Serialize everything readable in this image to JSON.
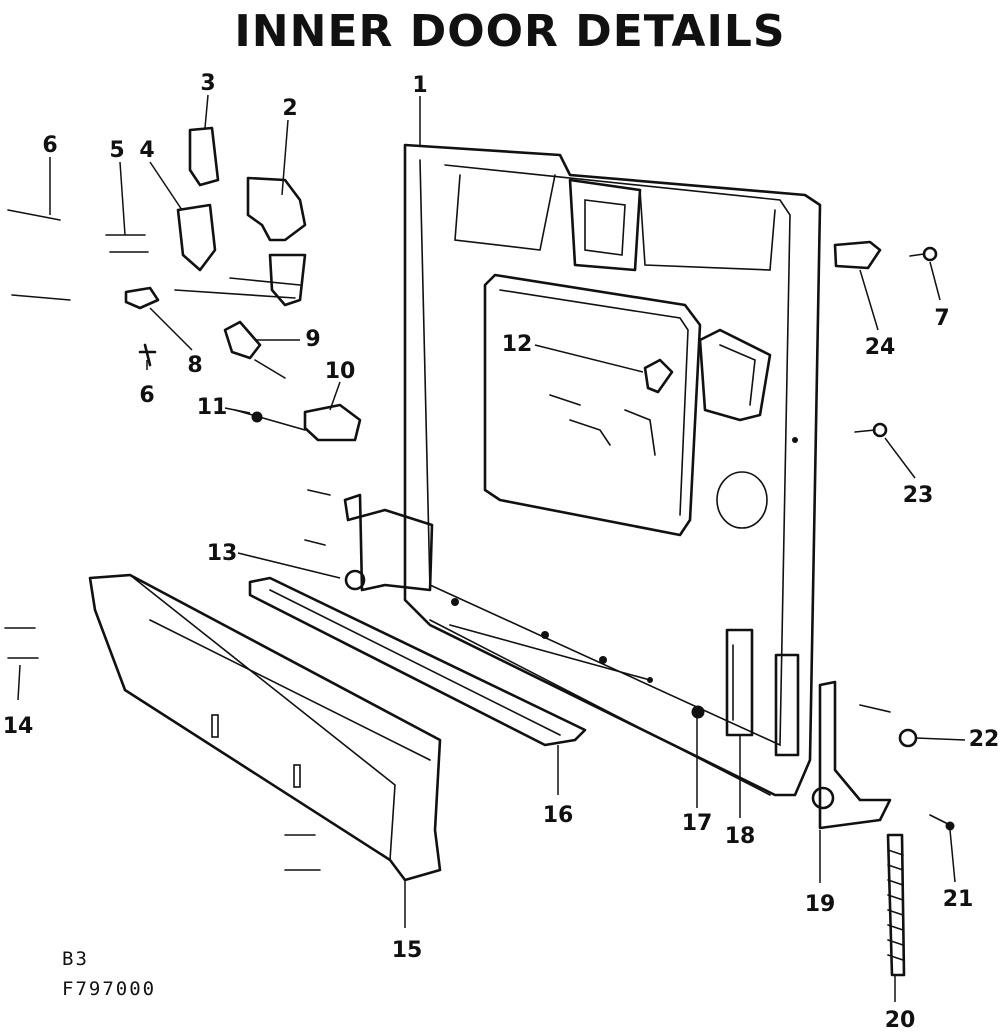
{
  "title": "INNER DOOR DETAILS",
  "footer": {
    "line1": "B3",
    "line2": "F797000"
  },
  "callouts": {
    "c1": "1",
    "c2": "2",
    "c3": "3",
    "c4": "4",
    "c5": "5",
    "c6a": "6",
    "c6b": "6",
    "c7": "7",
    "c8": "8",
    "c9": "9",
    "c10": "10",
    "c11": "11",
    "c12": "12",
    "c13": "13",
    "c14": "14",
    "c15": "15",
    "c16": "16",
    "c17": "17",
    "c18": "18",
    "c19": "19",
    "c20": "20",
    "c21": "21",
    "c22": "22",
    "c23": "23",
    "c24": "24"
  }
}
